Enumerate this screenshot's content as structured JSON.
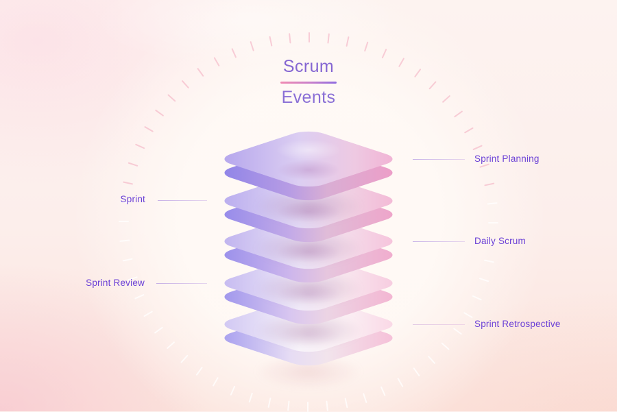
{
  "title": {
    "line1": "Scrum",
    "line2": "Events"
  },
  "diagram": {
    "layers": [
      {
        "id": "sprint-planning",
        "label": "Sprint Planning",
        "side": "right"
      },
      {
        "id": "sprint",
        "label": "Sprint",
        "side": "left"
      },
      {
        "id": "daily-scrum",
        "label": "Daily Scrum",
        "side": "right"
      },
      {
        "id": "sprint-review",
        "label": "Sprint Review",
        "side": "left"
      },
      {
        "id": "sprint-retrospective",
        "label": "Sprint Retrospective",
        "side": "right"
      }
    ]
  },
  "colors": {
    "title_text": "#8566d2",
    "label_text": "#6b40d6",
    "underline_gradient_start": "#f08bb2",
    "underline_gradient_end": "#8f6ce0",
    "plate_purple_edge": "#8c82e8",
    "plate_pink_edge": "#f0a2c8",
    "tick_pink": "#f3aabe",
    "background_base": "#fdeeea"
  },
  "decor": {
    "tick_count": 60
  }
}
